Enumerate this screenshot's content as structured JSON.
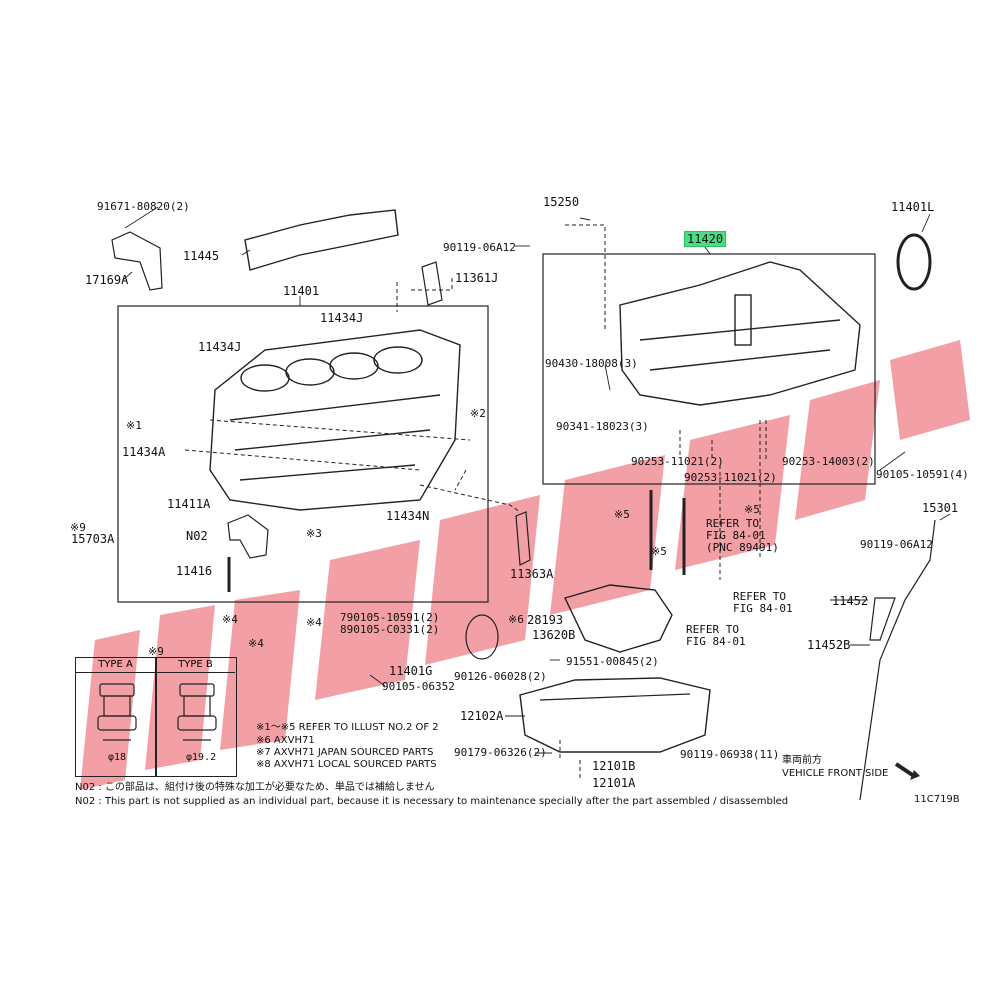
{
  "labels": {
    "l91671": "91671-80820(2)",
    "l17169a": "17169A",
    "l11445": "11445",
    "l11401": "11401",
    "l11361j": "11361J",
    "l11434j_top": "11434J",
    "l11434j_left": "11434J",
    "l15250": "15250",
    "l90119_06a12_top": "90119-06A12",
    "l11420": "11420",
    "l11401l": "11401L",
    "l90430": "90430-18008(3)",
    "l90341": "90341-18023(3)",
    "l90253_a": "90253-11021(2)",
    "l90253_b": "90253-11021(2)",
    "l90253_14003": "90253-14003(2)",
    "l90105_10591_4": "90105-10591(4)",
    "l11434a": "11434A",
    "l11411a": "11411A",
    "l11434n": "11434N",
    "l15703a": "15703A",
    "lN02": "N02",
    "l11416": "11416",
    "l11363a": "11363A",
    "l15301": "15301",
    "l90119_06a12_right": "90119-06A12",
    "l11452": "11452",
    "l11452b": "11452B",
    "l28193": "28193",
    "l13620b": "13620B",
    "l91551": "91551-00845(2)",
    "l11401g": "11401G",
    "l90105_06352": "90105-06352",
    "l90126": "90126-06028(2)",
    "l12102a": "12102A",
    "l90179": "90179-06326(2)",
    "l12101b": "12101B",
    "l12101a": "12101A",
    "l90119_06938": "90119-06938(11)",
    "l790105": "790105-10591(2)",
    "l890105": "890105-C0331(2)",
    "refer1": "REFER TO\nFIG 84-01\n(PNC 89491)",
    "refer2": "REFER TO\nFIG 84-01",
    "refer3": "REFER TO\nFIG 84-01",
    "mk1": "※1",
    "mk2": "※2",
    "mk3": "※3",
    "mk4a": "※4",
    "mk4b": "※4",
    "mk4c": "※4",
    "mk5a": "※5",
    "mk5b": "※5",
    "mk5c": "※5",
    "mk6": "※6",
    "mk9a": "※9",
    "mk9b": "※9",
    "vehicle_jp": "車両前方",
    "vehicle_en": "VEHICLE FRONT SIDE",
    "code": "11C719B"
  },
  "typebox": {
    "type_a": "TYPE A",
    "type_b": "TYPE B",
    "dia_a": "φ18",
    "dia_b": "φ19.2"
  },
  "notes": {
    "n1": "※1～※5  REFER TO ILLUST NO.2 OF 2",
    "n6": "※6 AXVH71",
    "n7": "※7 AXVH71  JAPAN SOURCED PARTS",
    "n8": "※8 AXVH71  LOCAL SOURCED PARTS",
    "n02_jp": "N02 : この部品は、組付け後の特殊な加工が必要なため、単品では補給しません",
    "n02_en": "N02 : This part is not supplied as an individual part, because it is necessary to maintenance specially after the part assembled / disassembled"
  },
  "colors": {
    "highlight": "#4ade80",
    "watermark": "#e8505b",
    "line": "#222222"
  },
  "watermark_icon": "brand-logo-watermark"
}
